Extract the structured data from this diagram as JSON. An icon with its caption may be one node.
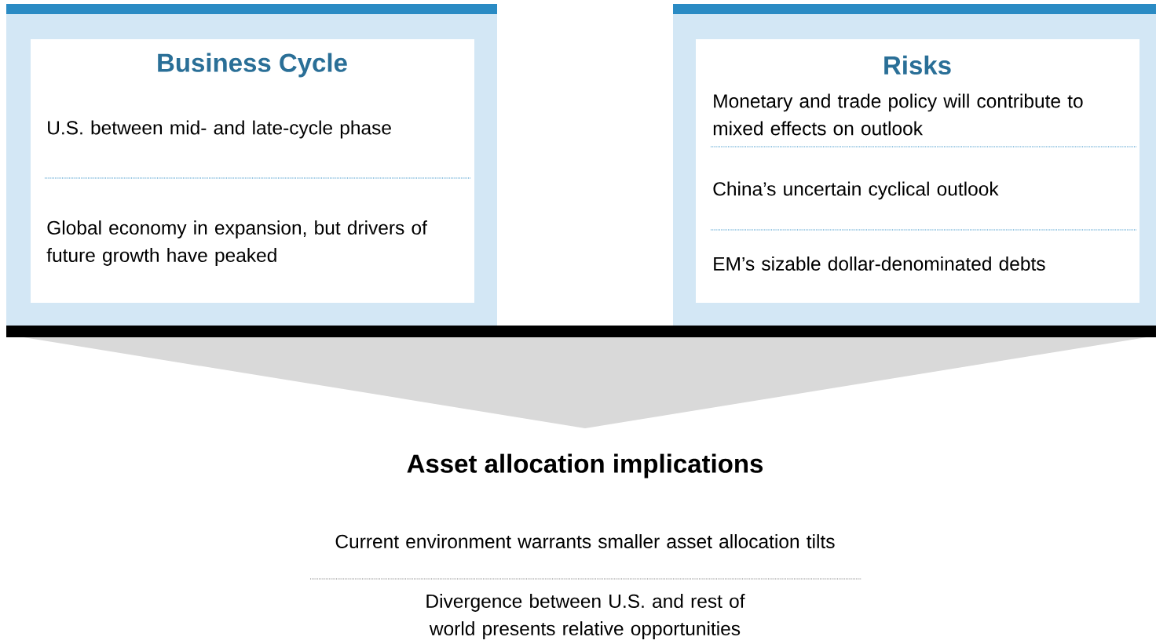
{
  "diagram": {
    "nodes": [
      {
        "text": [
          "Business Cycle",
          "U.S. between mid- and late-cycle phase",
          "Global economy in expansion, but drivers of future growth have peaked"
        ]
      },
      {
        "text": [
          "Risks",
          "Monetary and trade policy will contribute to mixed effects on outlook",
          "China’s uncertain cyclical outlook",
          "EM’s sizable dollar-denominated debts"
        ]
      },
      {
        "text": [
          "Asset allocation implications",
          "Current environment warrants smaller asset allocation tilts",
          "Divergence between U.S. and rest of world presents relative opportunities"
        ]
      }
    ]
  }
}
